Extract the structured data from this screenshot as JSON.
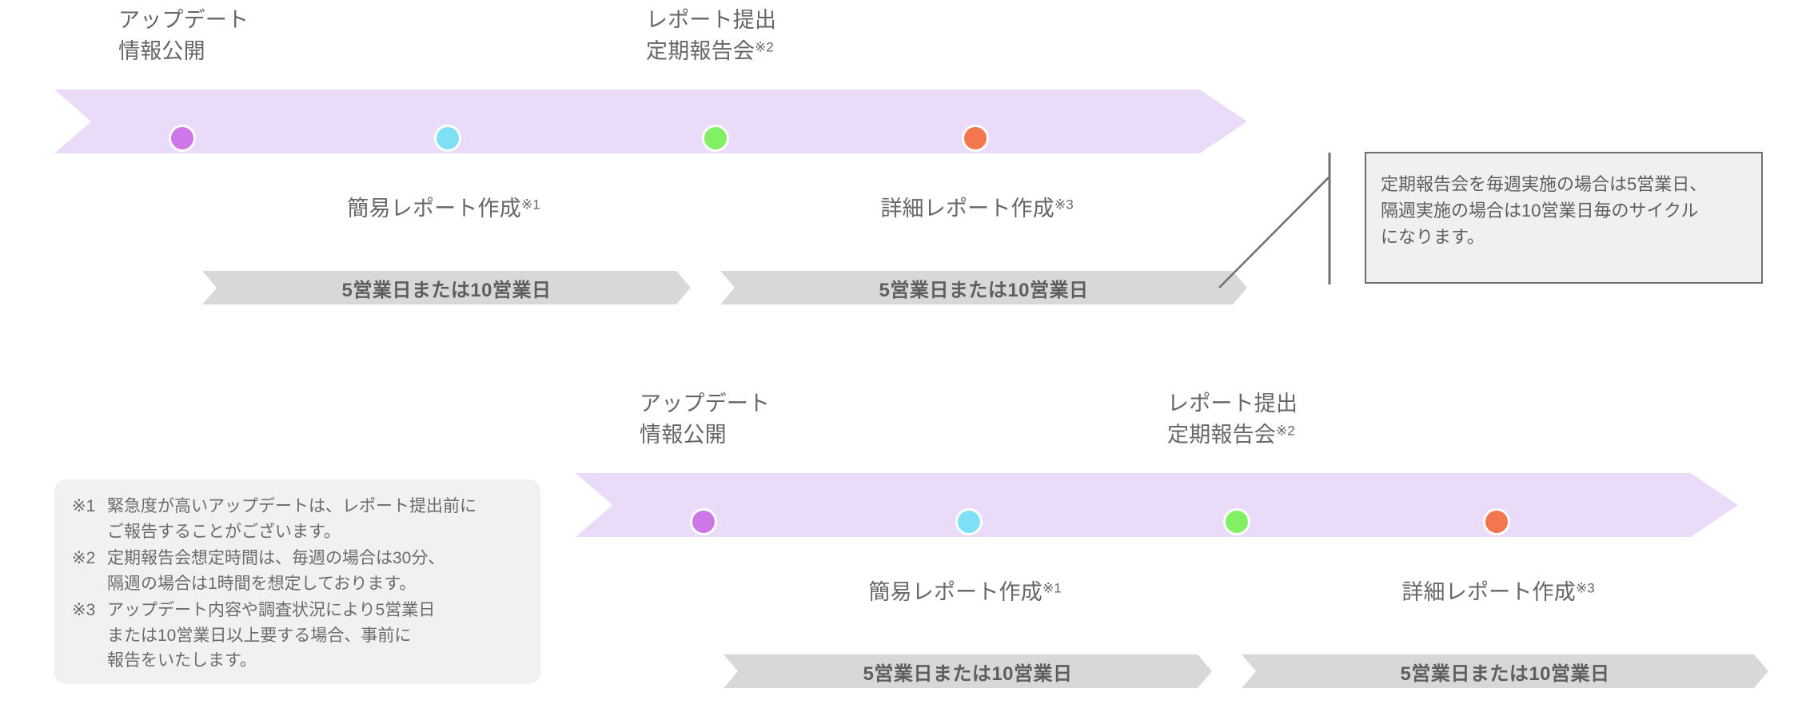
{
  "document": {
    "kind": "process-timeline-diagram",
    "background_color": "#FFFFFF",
    "text_color": "#666666"
  },
  "palette": {
    "arrow_fill": "#EADCF8",
    "badge_fill": "#D8D8D8",
    "badge_text": "#5E5E5E",
    "callout_fill": "#F0F0F0",
    "callout_border": "#6F6F6F",
    "footnote_fill": "#F1F1F1",
    "leader_line": "#6F6F6F",
    "dot_purple": "#CE77E8",
    "dot_cyan": "#7DE0F5",
    "dot_green": "#82F064",
    "dot_orange": "#F4764F"
  },
  "timelines": [
    {
      "id": "timeline-top",
      "milestones": [
        {
          "name": "milestone-update",
          "color": "#CE77E8"
        },
        {
          "name": "milestone-simple-report",
          "color": "#7DE0F5"
        },
        {
          "name": "milestone-report-submission",
          "color": "#82F064"
        },
        {
          "name": "milestone-detailed-report",
          "color": "#F4764F"
        }
      ],
      "labels_above": [
        {
          "name": "label-update",
          "line1": "アップデート",
          "line2": "情報公開",
          "sup": ""
        },
        {
          "name": "label-report-submission",
          "line1": "レポート提出",
          "line2": "定期報告会",
          "sup": "※2"
        }
      ],
      "labels_below": [
        {
          "name": "label-simple-report",
          "text": "簡易レポート作成",
          "sup": "※1"
        },
        {
          "name": "label-detailed-report",
          "text": "詳細レポート作成",
          "sup": "※3"
        }
      ],
      "duration_badges": [
        {
          "name": "duration-badge-1",
          "text": "5営業日または10営業日"
        },
        {
          "name": "duration-badge-2",
          "text": "5営業日または10営業日"
        }
      ]
    },
    {
      "id": "timeline-bottom",
      "milestones": [
        {
          "name": "milestone-update",
          "color": "#CE77E8"
        },
        {
          "name": "milestone-simple-report",
          "color": "#7DE0F5"
        },
        {
          "name": "milestone-report-submission",
          "color": "#82F064"
        },
        {
          "name": "milestone-detailed-report",
          "color": "#F4764F"
        }
      ],
      "labels_above": [
        {
          "name": "label-update",
          "line1": "アップデート",
          "line2": "情報公開",
          "sup": ""
        },
        {
          "name": "label-report-submission",
          "line1": "レポート提出",
          "line2": "定期報告会",
          "sup": "※2"
        }
      ],
      "labels_below": [
        {
          "name": "label-simple-report",
          "text": "簡易レポート作成",
          "sup": "※1"
        },
        {
          "name": "label-detailed-report",
          "text": "詳細レポート作成",
          "sup": "※3"
        }
      ],
      "duration_badges": [
        {
          "name": "duration-badge-1",
          "text": "5営業日または10営業日"
        },
        {
          "name": "duration-badge-2",
          "text": "5営業日または10営業日"
        }
      ]
    }
  ],
  "callout": {
    "name": "cycle-note-callout",
    "lines": [
      "定期報告会を毎週実施の場合は5営業日、",
      "隔週実施の場合は10営業日毎のサイクル",
      "になります。"
    ]
  },
  "footnotes": {
    "name": "footnotes-panel",
    "items": [
      {
        "mark": "※1",
        "lines": [
          "緊急度が高いアップデートは、レポート提出前に",
          "ご報告することがございます。"
        ]
      },
      {
        "mark": "※2",
        "lines": [
          "定期報告会想定時間は、毎週の場合は30分、",
          "隔週の場合は1時間を想定しております。"
        ]
      },
      {
        "mark": "※3",
        "lines": [
          "アップデート内容や調査状況により5営業日",
          "または10営業日以上要する場合、事前に",
          "報告をいたします。"
        ]
      }
    ]
  }
}
